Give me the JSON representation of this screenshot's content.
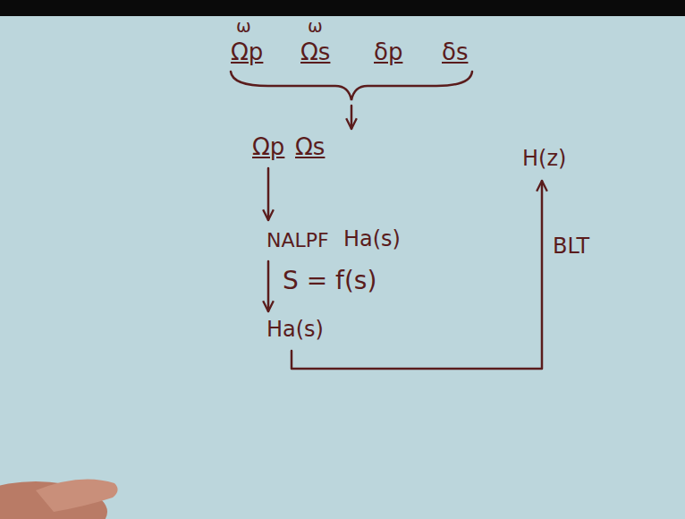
{
  "diagram": {
    "nodes": [
      {
        "text": [
          "Ωp",
          "Ωs",
          "δp",
          "δs"
        ]
      },
      {
        "text": [
          "Ωp",
          "Ωs"
        ]
      },
      {
        "text": [
          "NALPF",
          "Ha(s)"
        ]
      },
      {
        "text": [
          "Ha(s)"
        ]
      },
      {
        "text": [
          "H(z)"
        ]
      }
    ],
    "edges": [
      {
        "from": 0,
        "to": 1,
        "arrow": "to"
      },
      {
        "from": 1,
        "to": 2,
        "arrow": "to"
      },
      {
        "from": 2,
        "to": 3,
        "arrow": "to",
        "label": "S = f(s)"
      },
      {
        "from": 3,
        "to": 4,
        "arrow": "to",
        "label": "BLT"
      }
    ],
    "labels": [
      "ω",
      "ω"
    ]
  }
}
